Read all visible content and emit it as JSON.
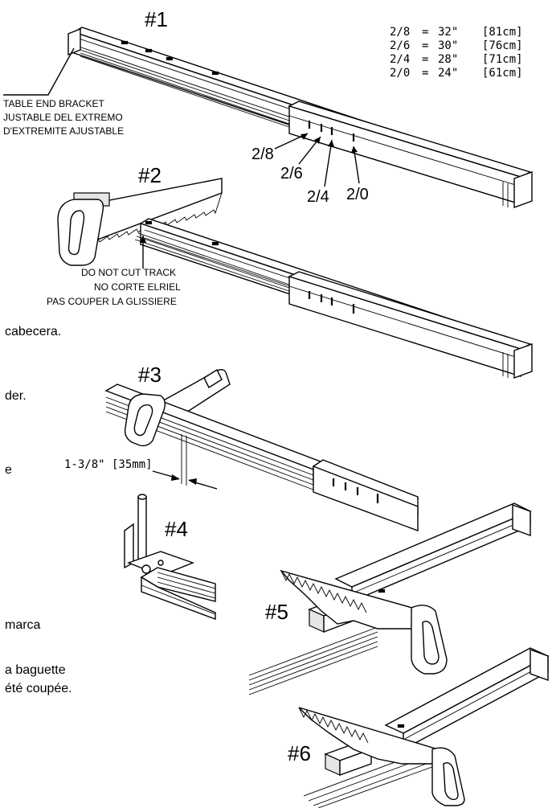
{
  "steps": {
    "s1": "#1",
    "s2": "#2",
    "s3": "#3",
    "s4": "#4",
    "s5": "#5",
    "s6": "#6"
  },
  "size_table": [
    {
      "code": "2/8",
      "eq": "=",
      "inch": "32\"",
      "cm": "[81cm]"
    },
    {
      "code": "2/6",
      "eq": "=",
      "inch": "30\"",
      "cm": "[76cm]"
    },
    {
      "code": "2/4",
      "eq": "=",
      "inch": "28\"",
      "cm": "[71cm]"
    },
    {
      "code": "2/0",
      "eq": "=",
      "inch": "24\"",
      "cm": "[61cm]"
    }
  ],
  "bracket_label": {
    "line1": "TABLE END BRACKET",
    "line2": "JUSTABLE DEL EXTREMO",
    "line3": "D'EXTREMITE AJUSTABLE"
  },
  "marks": {
    "m28": "2/8",
    "m26": "2/6",
    "m24": "2/4",
    "m20": "2/0"
  },
  "cut_warning": {
    "line1": "DO NOT CUT TRACK",
    "line2": "NO CORTE ELRIEL",
    "line3": "PAS COUPER LA GLISSIERE"
  },
  "left_text": {
    "t1": "cabecera.",
    "t2": "der.",
    "t3": "e",
    "t4": "marca",
    "t5": "a baguette",
    "t6": "été coupée."
  },
  "dimension": "1-3/8\" [35mm]"
}
